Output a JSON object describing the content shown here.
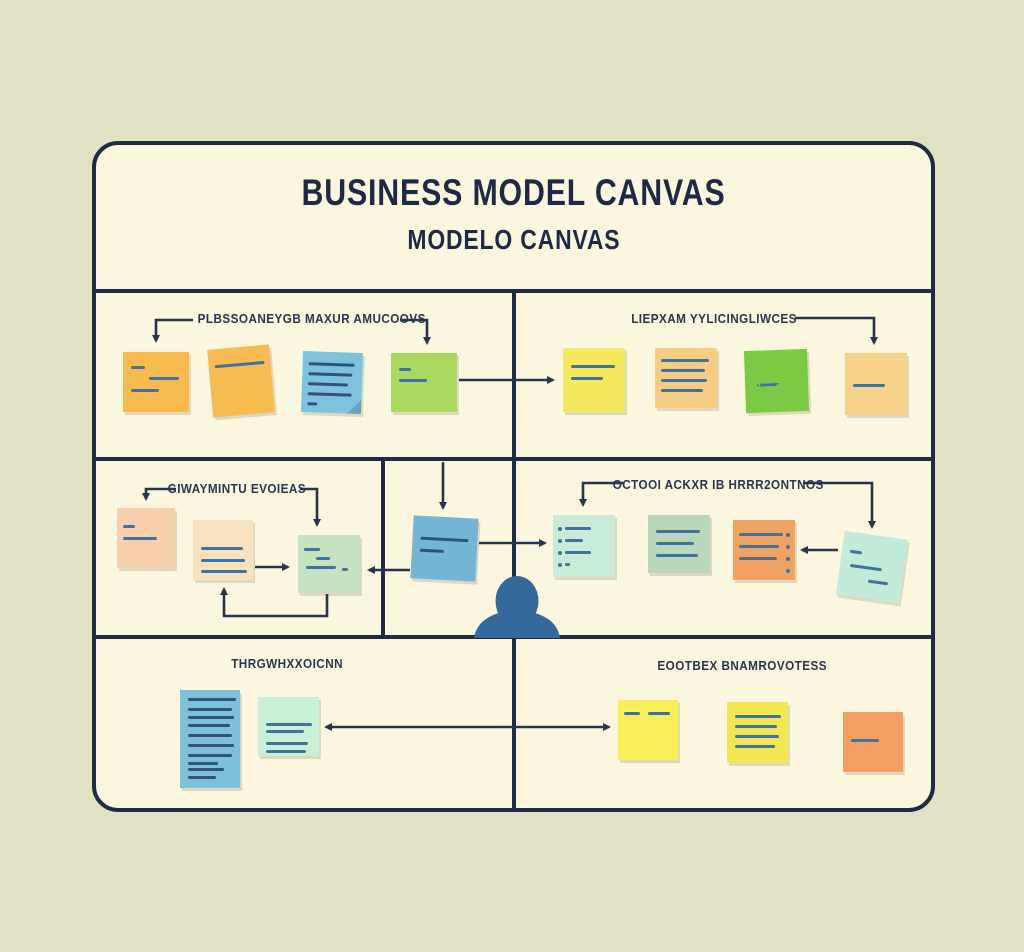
{
  "poster": {
    "title": "BUSINESS MODEL CANVAS",
    "subtitle": "MODELO CANVAS"
  },
  "sections": {
    "top_left": {
      "label": "PLBSSOANEYGB MAXUR AMUCOOVS"
    },
    "top_right": {
      "label": "LIEPXAM YYLICINGLIWCES"
    },
    "middle_left": {
      "label": "GIWAYMINTU EVOIEAS"
    },
    "middle_right": {
      "label": "OCTOOI ACKXR IB HRRR2ONTNOS"
    },
    "bottom_left": {
      "label": "THRGWHXXOICNN"
    },
    "bottom_right": {
      "label": "EOOTBEX BNAMROVOTESS"
    }
  },
  "colors": {
    "page_bg": "#E1E2C3",
    "board_bg": "#FBF6DE",
    "border_navy": "#1F2A44",
    "arrow_navy": "#28334E",
    "note_ink_default": "#41719E",
    "note_ink_dark": "#2F527E",
    "person_blue": "#35689B"
  },
  "notes": {
    "tl1": {
      "section": "top_left",
      "color": "#F6BA4D",
      "marks": [
        [
          14,
          8,
          14
        ],
        [
          25,
          26,
          30
        ],
        [
          37,
          8,
          28
        ]
      ]
    },
    "tl2": {
      "section": "top_left",
      "color": "#F6BC52",
      "marks": [
        [
          16,
          6,
          50
        ]
      ]
    },
    "tl3": {
      "section": "top_left",
      "color": "#7EC3DB",
      "ink": "#2F527E",
      "fold": true,
      "marks": [
        [
          11,
          6,
          46
        ],
        [
          21,
          6,
          44
        ],
        [
          31,
          6,
          40
        ],
        [
          41,
          6,
          44
        ],
        [
          51,
          6,
          10
        ]
      ]
    },
    "tl4": {
      "section": "top_left",
      "color": "#A9D95F",
      "marks": [
        [
          15,
          8,
          12
        ],
        [
          26,
          8,
          28
        ]
      ]
    },
    "tr1": {
      "section": "top_right",
      "color": "#F5E75E",
      "marks": [
        [
          17,
          8,
          44
        ],
        [
          29,
          8,
          32
        ]
      ]
    },
    "tr2": {
      "section": "top_right",
      "color": "#F5CC81",
      "marks": [
        [
          11,
          6,
          48
        ],
        [
          21,
          6,
          44
        ],
        [
          31,
          6,
          46
        ],
        [
          41,
          6,
          42
        ]
      ]
    },
    "tr3": {
      "section": "top_right",
      "color": "#7CC944",
      "dotted": true,
      "marks": [
        [
          33,
          12,
          22
        ]
      ]
    },
    "tr4": {
      "section": "top_right",
      "color": "#F6D28B",
      "marks": [
        [
          31,
          8,
          32
        ]
      ]
    },
    "ml1": {
      "section": "middle_left",
      "color": "#F8CFAD",
      "marks": [
        [
          17,
          6,
          12
        ],
        [
          29,
          6,
          34
        ]
      ]
    },
    "ml2": {
      "section": "middle_left",
      "color": "#F8E2BE",
      "marks": [
        [
          27,
          8,
          42
        ],
        [
          39,
          8,
          44
        ],
        [
          50,
          8,
          46
        ]
      ]
    },
    "ml3": {
      "section": "middle_left",
      "color": "#C5E3C3",
      "marks": [
        [
          13,
          6,
          16
        ],
        [
          22,
          18,
          14
        ],
        [
          31,
          8,
          30
        ],
        [
          33,
          44,
          6
        ]
      ]
    },
    "mc1": {
      "section": "middle_center",
      "color": "#74B5D5",
      "ink": "#2F527E",
      "marks": [
        [
          21,
          8,
          48
        ],
        [
          33,
          8,
          24
        ]
      ]
    },
    "mr1": {
      "section": "middle_right",
      "color": "#C9ECD9",
      "ldots": [
        12,
        24,
        36,
        48
      ],
      "marks": [
        [
          12,
          12,
          26
        ],
        [
          24,
          12,
          18
        ],
        [
          36,
          12,
          26
        ],
        [
          48,
          12,
          5
        ]
      ]
    },
    "mr2": {
      "section": "middle_right",
      "color": "#B9D8B9",
      "marks": [
        [
          15,
          8,
          44
        ],
        [
          27,
          8,
          38
        ],
        [
          39,
          8,
          42
        ]
      ]
    },
    "mr3": {
      "section": "middle_right",
      "color": "#F0A261",
      "rdots": [
        13,
        25,
        37,
        49
      ],
      "marks": [
        [
          13,
          6,
          44
        ],
        [
          25,
          6,
          40
        ],
        [
          37,
          6,
          38
        ]
      ]
    },
    "mr4": {
      "section": "middle_right",
      "color": "#C3EBDA",
      "marks": [
        [
          18,
          8,
          12
        ],
        [
          32,
          10,
          32
        ],
        [
          45,
          30,
          20
        ]
      ]
    },
    "bl1": {
      "section": "bottom_left",
      "color": "#7EC0D8",
      "ink": "#2F527E",
      "marks": [
        [
          8,
          8,
          48
        ],
        [
          18,
          8,
          44
        ],
        [
          26,
          8,
          46
        ],
        [
          34,
          8,
          42
        ],
        [
          44,
          8,
          44
        ],
        [
          54,
          8,
          46
        ],
        [
          64,
          8,
          44
        ],
        [
          72,
          8,
          30
        ],
        [
          78,
          8,
          36
        ],
        [
          86,
          8,
          28
        ]
      ]
    },
    "bl2": {
      "section": "bottom_left",
      "color": "#C8F0D6",
      "marks": [
        [
          26,
          8,
          46
        ],
        [
          33,
          8,
          38
        ],
        [
          45,
          8,
          42
        ],
        [
          53,
          8,
          40
        ]
      ]
    },
    "br1": {
      "section": "bottom_right",
      "color": "#F7EE58",
      "marks": [
        [
          12,
          6,
          16
        ],
        [
          12,
          30,
          22
        ]
      ]
    },
    "br2": {
      "section": "bottom_right",
      "color": "#F3E751",
      "marks": [
        [
          13,
          8,
          46
        ],
        [
          23,
          8,
          42
        ],
        [
          33,
          8,
          44
        ],
        [
          43,
          8,
          40
        ]
      ]
    },
    "br3": {
      "section": "bottom_right",
      "color": "#F49E63",
      "marks": [
        [
          27,
          8,
          28
        ]
      ]
    }
  }
}
